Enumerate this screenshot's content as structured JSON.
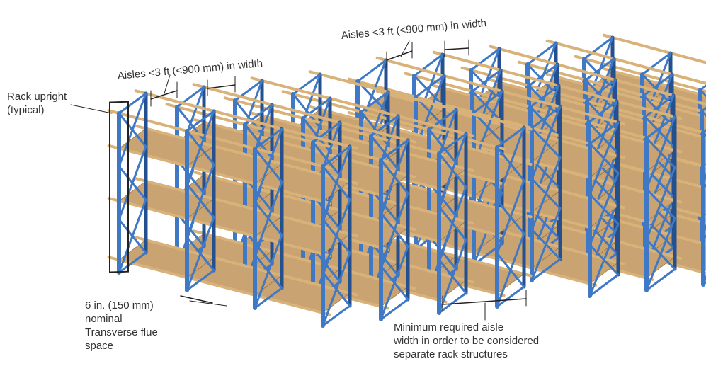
{
  "labels": {
    "rack_upright": [
      "Rack upright",
      "(typical)"
    ],
    "aisles_left": "Aisles <3 ft (<900 mm) in width",
    "aisles_right": "Aisles <3 ft (<900 mm) in width",
    "flue_space": [
      "6 in. (150 mm)",
      "nominal",
      "Transverse flue",
      "space"
    ],
    "min_aisle": [
      "Minimum required aisle",
      "width in order to be considered",
      "separate rack structures"
    ]
  },
  "colors": {
    "upright": "#3f78c4",
    "upright_dark": "#24508f",
    "beam": "#d9b27a",
    "pallet": "#c9a371",
    "line": "#222222"
  }
}
